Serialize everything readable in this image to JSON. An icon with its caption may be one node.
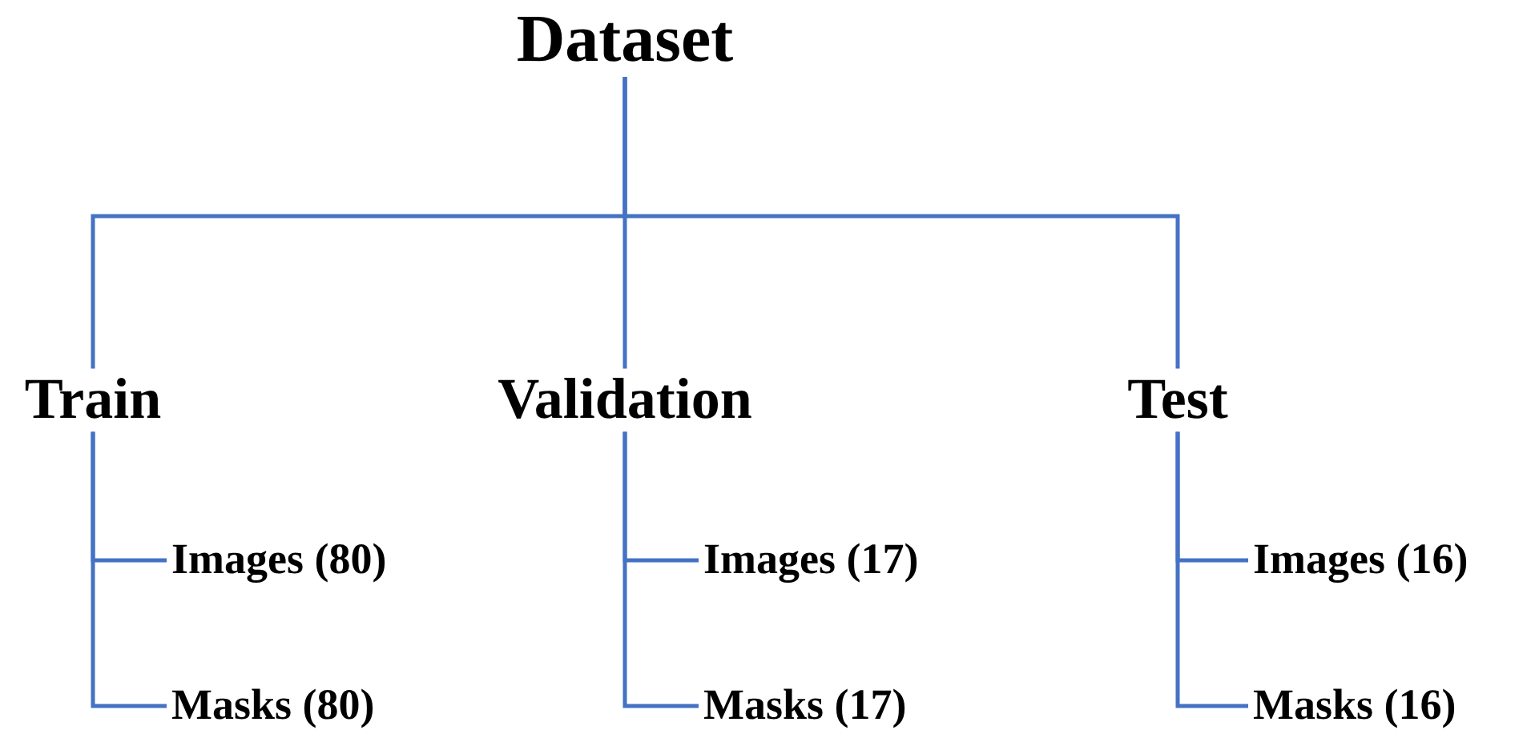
{
  "diagram": {
    "nodes": [
      {
        "text": [
          "Dataset"
        ]
      },
      {
        "text": [
          "Train"
        ]
      },
      {
        "text": [
          "Validation"
        ]
      },
      {
        "text": [
          "Test"
        ]
      },
      {
        "text": [
          "Images (80)"
        ]
      },
      {
        "text": [
          "Masks (80)"
        ]
      },
      {
        "text": [
          "Images (17)"
        ]
      },
      {
        "text": [
          "Masks (17)"
        ]
      },
      {
        "text": [
          "Images (16)"
        ]
      },
      {
        "text": [
          "Masks (16)"
        ]
      }
    ],
    "edges": [
      {
        "from": 0,
        "to": 1,
        "arrow": "none"
      },
      {
        "from": 0,
        "to": 2,
        "arrow": "none"
      },
      {
        "from": 0,
        "to": 3,
        "arrow": "none"
      },
      {
        "from": 1,
        "to": 4,
        "arrow": "none"
      },
      {
        "from": 1,
        "to": 5,
        "arrow": "none"
      },
      {
        "from": 2,
        "to": 6,
        "arrow": "none"
      },
      {
        "from": 2,
        "to": 7,
        "arrow": "none"
      },
      {
        "from": 3,
        "to": 8,
        "arrow": "none"
      },
      {
        "from": 3,
        "to": 9,
        "arrow": "none"
      }
    ]
  }
}
